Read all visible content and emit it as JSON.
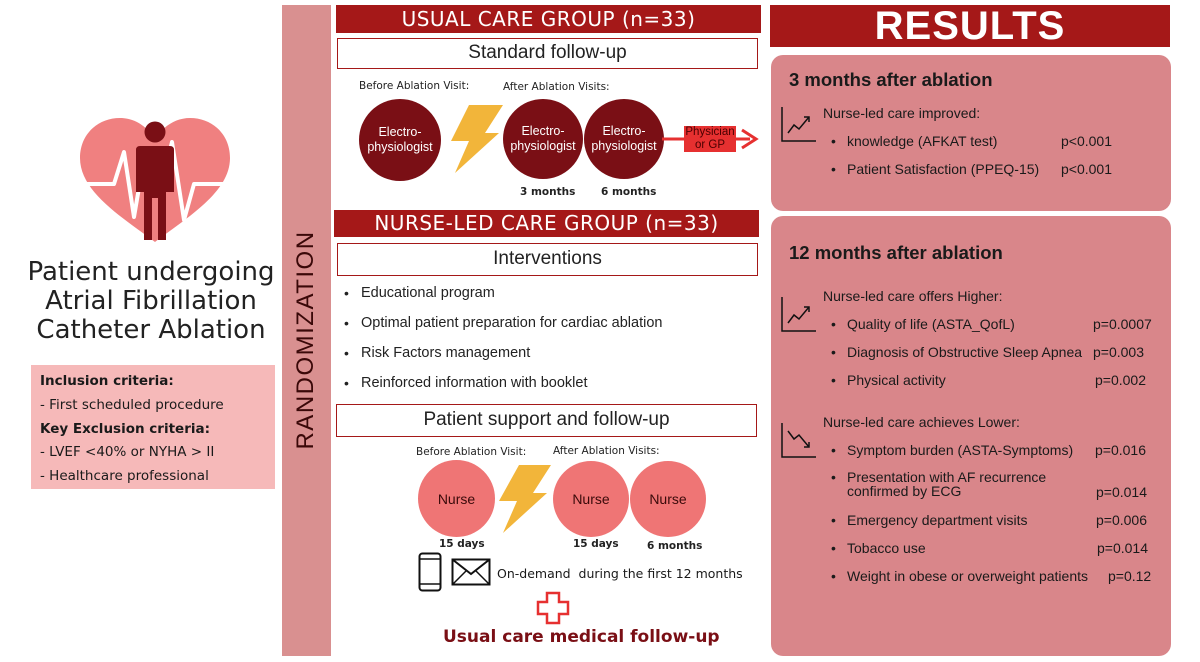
{
  "left": {
    "title_lines": [
      "Patient undergoing",
      "Atrial Fibrillation",
      "Catheter Ablation"
    ],
    "inclusion_heading": "Inclusion criteria:",
    "inclusion_item": "- First scheduled procedure",
    "exclusion_heading": "Key Exclusion criteria:",
    "exclusion_items": [
      "- LVEF <40% or NYHA > II",
      "- Healthcare professional"
    ]
  },
  "randomization": "RANDOMIZATION",
  "usual": {
    "header": "USUAL CARE GROUP (n=33)",
    "box": "Standard follow-up",
    "before_label": "Before  Ablation  Visit:",
    "after_label": "After  Ablation  Visits:",
    "circle_before": "Electro-\nphysiologist",
    "circle_after1": "Electro-\nphysiologist",
    "circle_after2": "Electro-\nphysiologist",
    "time1": "3 months",
    "time2": "6 months",
    "handoff": "Physician\nor GP"
  },
  "nurse": {
    "header": "NURSE-LED CARE GROUP (n=33)",
    "box": "Interventions",
    "bullets": [
      "Educational program",
      "Optimal patient preparation for cardiac ablation",
      "Risk Factors management",
      "Reinforced information with booklet"
    ],
    "support_box": "Patient support and follow-up",
    "before_label": "Before  Ablation  Visit:",
    "after_label": "After  Ablation  Visits:",
    "circle_before": "Nurse",
    "circle_after1": "Nurse",
    "circle_after2": "Nurse",
    "time_before": "15 days",
    "time1": "15 days",
    "time2": "6 months",
    "on_demand": "On-demand  during the first 12 months",
    "usual_followup": "Usual care medical follow-up"
  },
  "results": {
    "header": "RESULTS",
    "p3": {
      "title": "3 months after ablation",
      "intro": "Nurse-led care improved:",
      "items": [
        {
          "label": "knowledge (AFKAT test)",
          "p": "p<0.001"
        },
        {
          "label": "Patient Satisfaction  (PPEQ-15)",
          "p": "p<0.001"
        }
      ]
    },
    "p12": {
      "title": "12 months after ablation",
      "higher_intro": "Nurse-led care offers Higher:",
      "higher_items": [
        {
          "label": "Quality of life (ASTA_QofL)",
          "p": "p=0.0007"
        },
        {
          "label": "Diagnosis of Obstructive Sleep Apnea",
          "p": "p=0.003"
        },
        {
          "label": "Physical activity",
          "p": "p=0.002"
        }
      ],
      "lower_intro": "Nurse-led care achieves Lower:",
      "lower_items": [
        {
          "label": "Symptom burden (ASTA-Symptoms)",
          "p": "p=0.016"
        },
        {
          "label": "Presentation with AF recurrence\nconfirmed by ECG",
          "p": "p=0.014"
        },
        {
          "label": "Emergency department visits",
          "p": "p=0.006"
        },
        {
          "label": "Tobacco use",
          "p": "p=0.014"
        },
        {
          "label": "Weight in obese or overweight patients",
          "p": "p=0.12"
        }
      ]
    }
  },
  "icons": [
    "heart-person-icon",
    "lightning-icon",
    "arrow-right-icon",
    "phone-icon",
    "envelope-icon",
    "medical-cross-icon",
    "trend-up-icon",
    "trend-down-icon"
  ],
  "colors": {
    "dark_red": "#a51818",
    "circle_dark": "#7a0f15",
    "circle_light": "#ef7575",
    "panel": "#d9868a",
    "randomization_bar": "#d99090",
    "criteria_bg": "#f6b9b9",
    "bolt": "#f2b53a"
  }
}
